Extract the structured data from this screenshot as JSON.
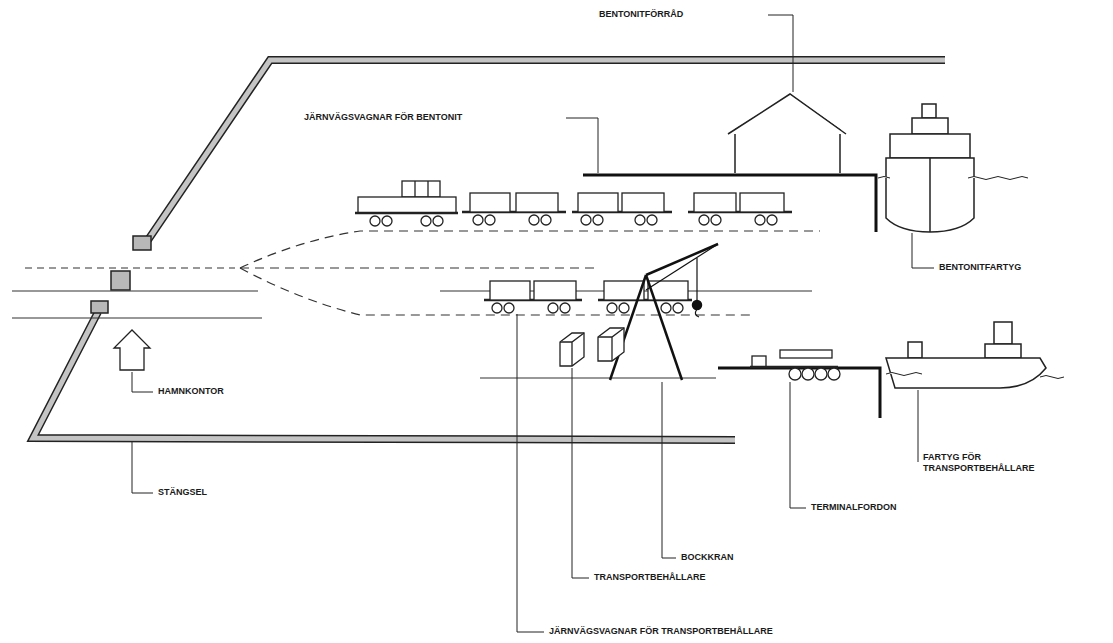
{
  "diagram": {
    "labels": [
      "BENTONITFÖRRÅD",
      "JÄRNVÄGSVAGNAR FÖR BENTONIT",
      "BENTONITFARTYG",
      "HAMNKONTOR",
      "STÄNGSEL",
      "FARTYG FÖR TRANSPORTBEHÅLLARE",
      "TERMINALFORDON",
      "BOCKKRAN",
      "TRANSPORTBEHÅLLARE",
      "JÄRNVÄGSVAGNAR FÖR TRANSPORTBEHÅLLARE"
    ]
  }
}
